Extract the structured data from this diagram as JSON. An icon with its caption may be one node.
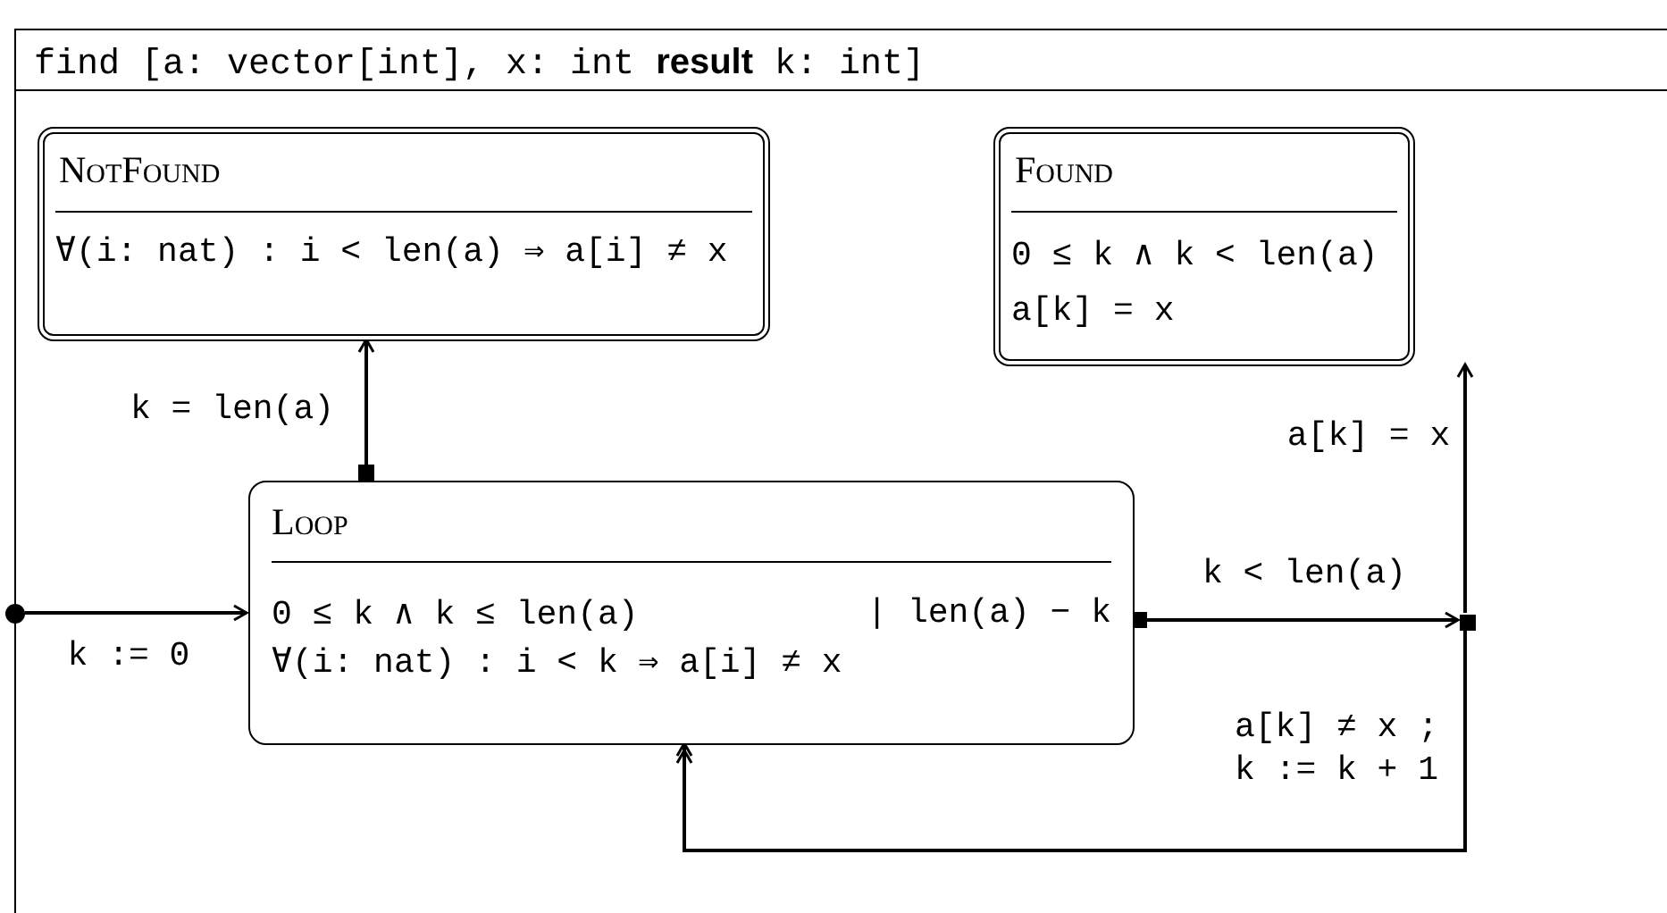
{
  "diagram": {
    "nodes": [
      {
        "text": [
          "find [a: vector[int], x: int **result** k: int]"
        ]
      },
      {
        "text": [
          "NotFound",
          "∀(i: nat) : i < len(a) ⇒ a[i] ≠ x"
        ],
        "in": 0
      },
      {
        "text": [
          "Found",
          "0 ≤ k ∧ k < len(a)",
          "a[k] = x"
        ],
        "in": 0
      },
      {
        "text": [
          "Loop",
          "0 ≤ k ∧ k ≤ len(a)",
          "∀(i: nat) : i < k ⇒ a[i] ≠ x",
          "| len(a) − k"
        ],
        "in": 0
      },
      {
        "text": [],
        "shape": "circle"
      },
      {
        "text": [],
        "shape": "box",
        "in": 0
      }
    ],
    "edges": [
      {
        "from": 4,
        "to": 3,
        "arrow": "to",
        "label": "k := 0"
      },
      {
        "from": 3,
        "to": 1,
        "arrow": "to",
        "label": "k = len(a)"
      },
      {
        "from": 3,
        "to": 5,
        "arrow": "to",
        "label": "k < len(a)"
      },
      {
        "from": 5,
        "to": 2,
        "arrow": "to",
        "label": "a[k] = x"
      },
      {
        "from": 5,
        "to": 3,
        "arrow": "to",
        "label": "a[k] ≠ x ; k := k + 1"
      }
    ]
  }
}
